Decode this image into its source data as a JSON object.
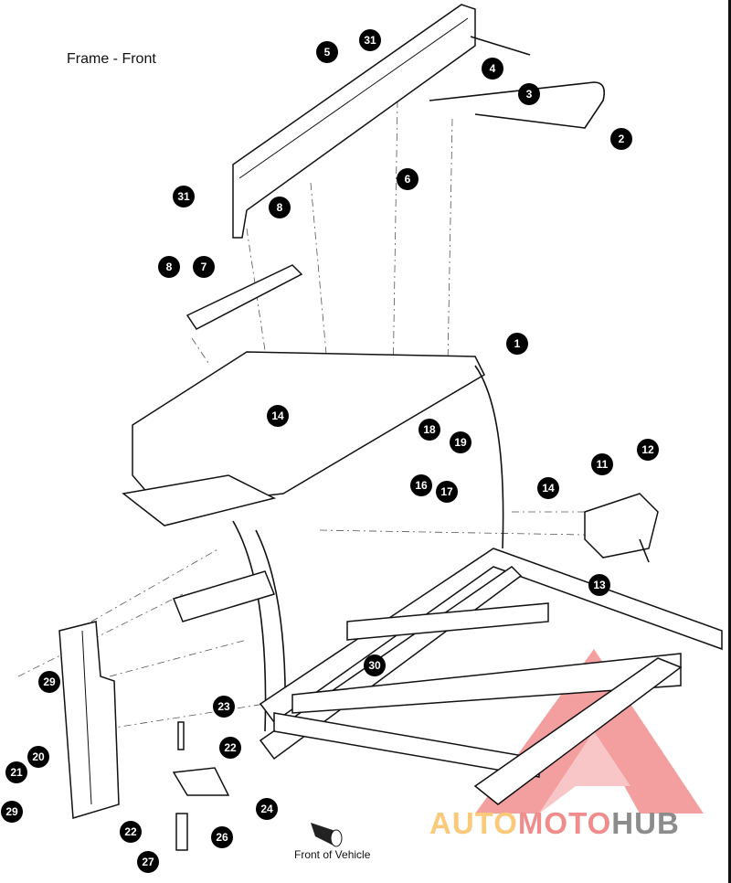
{
  "title": "Frame - Front",
  "front_label": "Front of Vehicle",
  "callouts": [
    "5",
    "31",
    "4",
    "3",
    "2",
    "6",
    "31",
    "8",
    "8",
    "7",
    "1",
    "14",
    "18",
    "19",
    "16",
    "17",
    "11",
    "12",
    "14",
    "13",
    "30",
    "23",
    "22",
    "20",
    "21",
    "29",
    "29",
    "24",
    "22",
    "26",
    "27"
  ],
  "watermark": {
    "part1": "AUTO",
    "part2": "MOTO",
    "part3": "HUB",
    "color1": "#fbc97a",
    "color2": "#ef8c8c",
    "color3": "#8c8c8c",
    "logo_color": "#f08080"
  }
}
